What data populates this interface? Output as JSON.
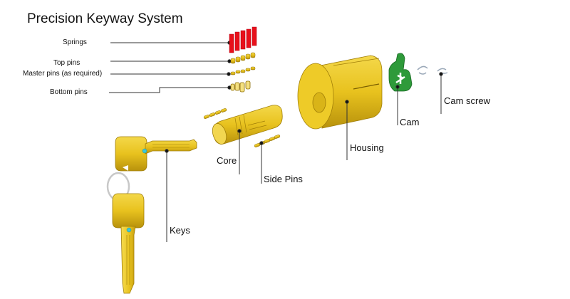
{
  "title": "Precision Keyway System",
  "labels": {
    "springs": "Springs",
    "top_pins": "Top pins",
    "master_pins": "Master pins (as required)",
    "bottom_pins": "Bottom pins",
    "core": "Core",
    "side_pins": "Side Pins",
    "keys": "Keys",
    "housing": "Housing",
    "cam": "Cam",
    "cam_screw": "Cam screw"
  },
  "colors": {
    "brass": "#e8c21e",
    "brass_dark": "#b8920c",
    "spring": "#e8101a",
    "cam": "#2e9a3a",
    "leader": "#333333",
    "key_dot": "#3cc8d8"
  }
}
